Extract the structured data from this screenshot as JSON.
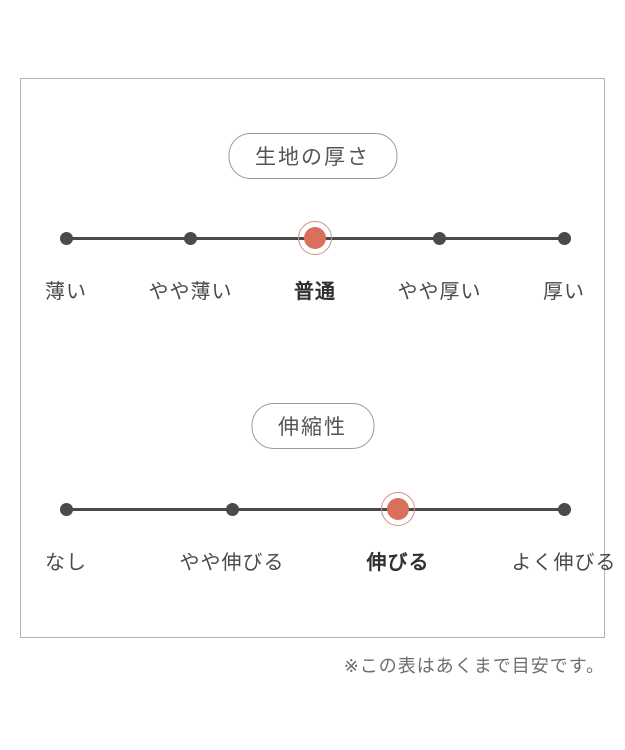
{
  "colors": {
    "accent": "#d9705c",
    "accent_ring": "#cf9282",
    "track": "#4a4a4a",
    "box_border": "#b2b2b2"
  },
  "scales": [
    {
      "title": "生地の厚さ",
      "selected_index": 2,
      "selected_label": "普通",
      "levels": [
        "薄い",
        "やや薄い",
        "普通",
        "やや厚い",
        "厚い"
      ]
    },
    {
      "title": "伸縮性",
      "selected_index": 2,
      "selected_label": "伸びる",
      "levels": [
        "なし",
        "やや伸びる",
        "伸びる",
        "よく伸びる"
      ]
    }
  ],
  "note": "※この表はあくまで目安です。"
}
